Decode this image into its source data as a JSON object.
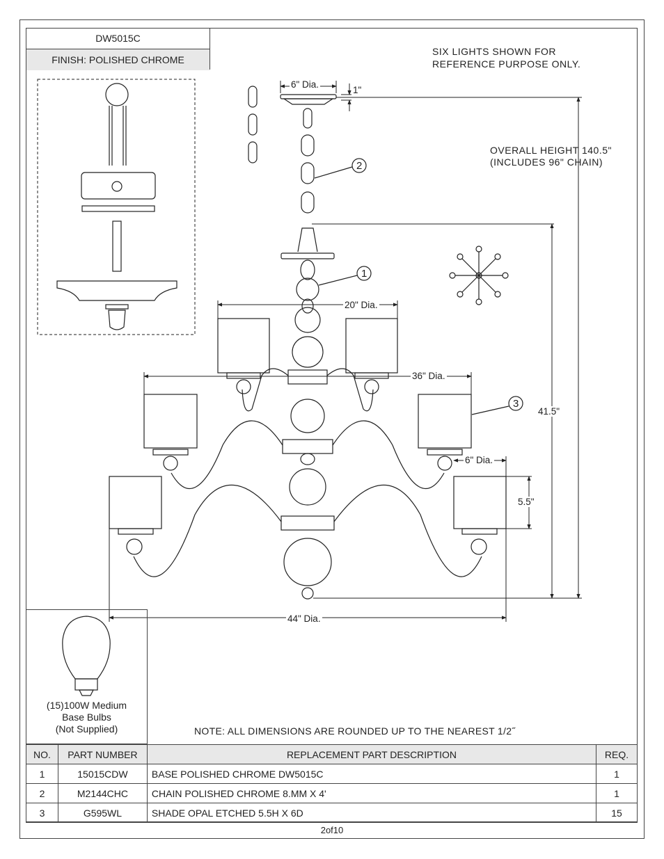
{
  "header": {
    "model": "DW5015C",
    "finish": "FINISH: POLISHED CHROME"
  },
  "notes": {
    "reference_line1": "SIX LIGHTS SHOWN FOR",
    "reference_line2": "REFERENCE PURPOSE ONLY.",
    "overall_line1": "OVERALL HEIGHT 140.5\"",
    "overall_line2": "(INCLUDES 96\" CHAIN)",
    "rounding": "NOTE:  ALL DIMENSIONS ARE ROUNDED UP TO THE NEAREST  1/2˝"
  },
  "dimensions": {
    "canopy_dia": "6\" Dia.",
    "canopy_height": "1\"",
    "tier1_dia": "20\" Dia.",
    "tier2_dia": "36\" Dia.",
    "shade_dia": "6\" Dia.",
    "shade_height": "5.5\"",
    "body_height": "41.5\"",
    "overall_dia": "44\" Dia."
  },
  "callouts": [
    "1",
    "2",
    "3"
  ],
  "bulb": {
    "line1": "(15)100W Medium",
    "line2": "Base Bulbs",
    "line3": "(Not Supplied)"
  },
  "parts_table": {
    "headers": [
      "NO.",
      "PART NUMBER",
      "REPLACEMENT PART DESCRIPTION",
      "REQ."
    ],
    "rows": [
      {
        "no": "1",
        "part": "15015CDW",
        "desc": "BASE POLISHED CHROME DW5015C",
        "req": "1"
      },
      {
        "no": "2",
        "part": "M2144CHC",
        "desc": "CHAIN POLISHED CHROME 8.MM X 4'",
        "req": "1"
      },
      {
        "no": "3",
        "part": "G595WL",
        "desc": "SHADE OPAL ETCHED 5.5H X 6D",
        "req": "15"
      }
    ]
  },
  "footer": {
    "page": "2of10"
  }
}
